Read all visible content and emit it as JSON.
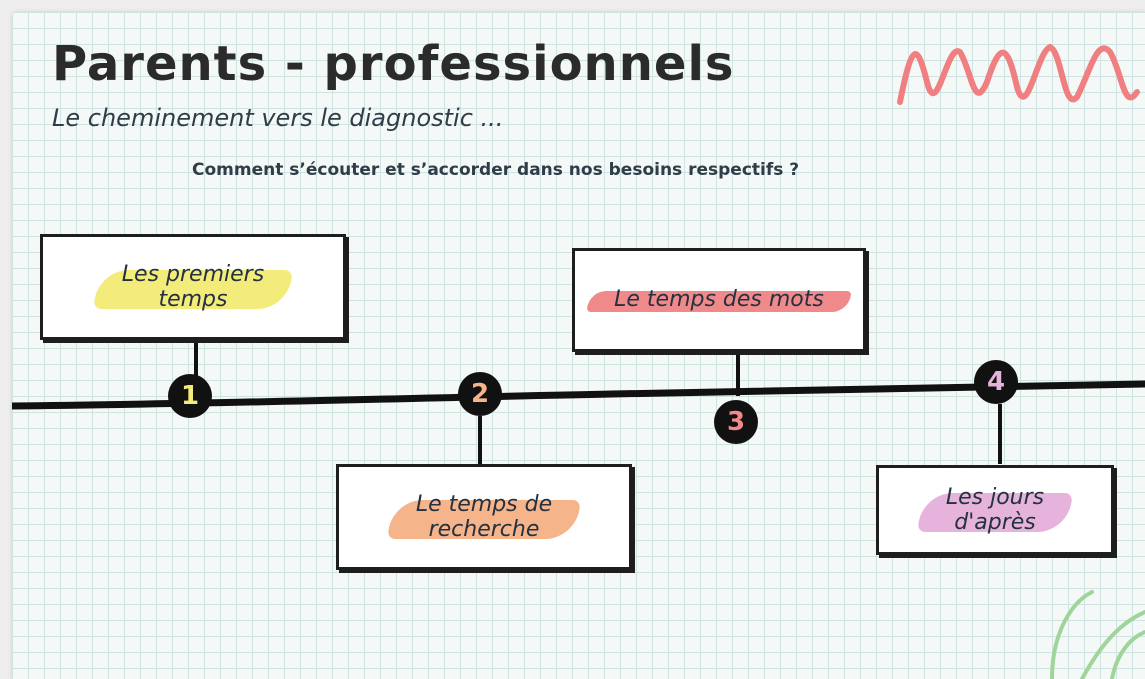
{
  "header": {
    "title": "Parents - professionnels",
    "subtitle": "Le cheminement vers le diagnostic ...",
    "question": "Comment s’écouter et s’accorder dans nos besoins respectifs ?"
  },
  "steps": [
    {
      "number": "1",
      "label": "Les premiers\ntemps",
      "highlight": "#f3ec7a",
      "number_color": "#f3ec7a"
    },
    {
      "number": "2",
      "label": "Le temps de\nrecherche",
      "highlight": "#f6b48a",
      "number_color": "#f6b48a"
    },
    {
      "number": "3",
      "label": "Le temps des mots",
      "highlight": "#f08a8a",
      "number_color": "#f08a8a"
    },
    {
      "number": "4",
      "label": "Les jours\nd'après",
      "highlight": "#e6b3dc",
      "number_color": "#e6b3dc"
    }
  ],
  "colors": {
    "zigzag": "#ef7f80",
    "leaf": "#9fd49a",
    "line": "#111111"
  }
}
